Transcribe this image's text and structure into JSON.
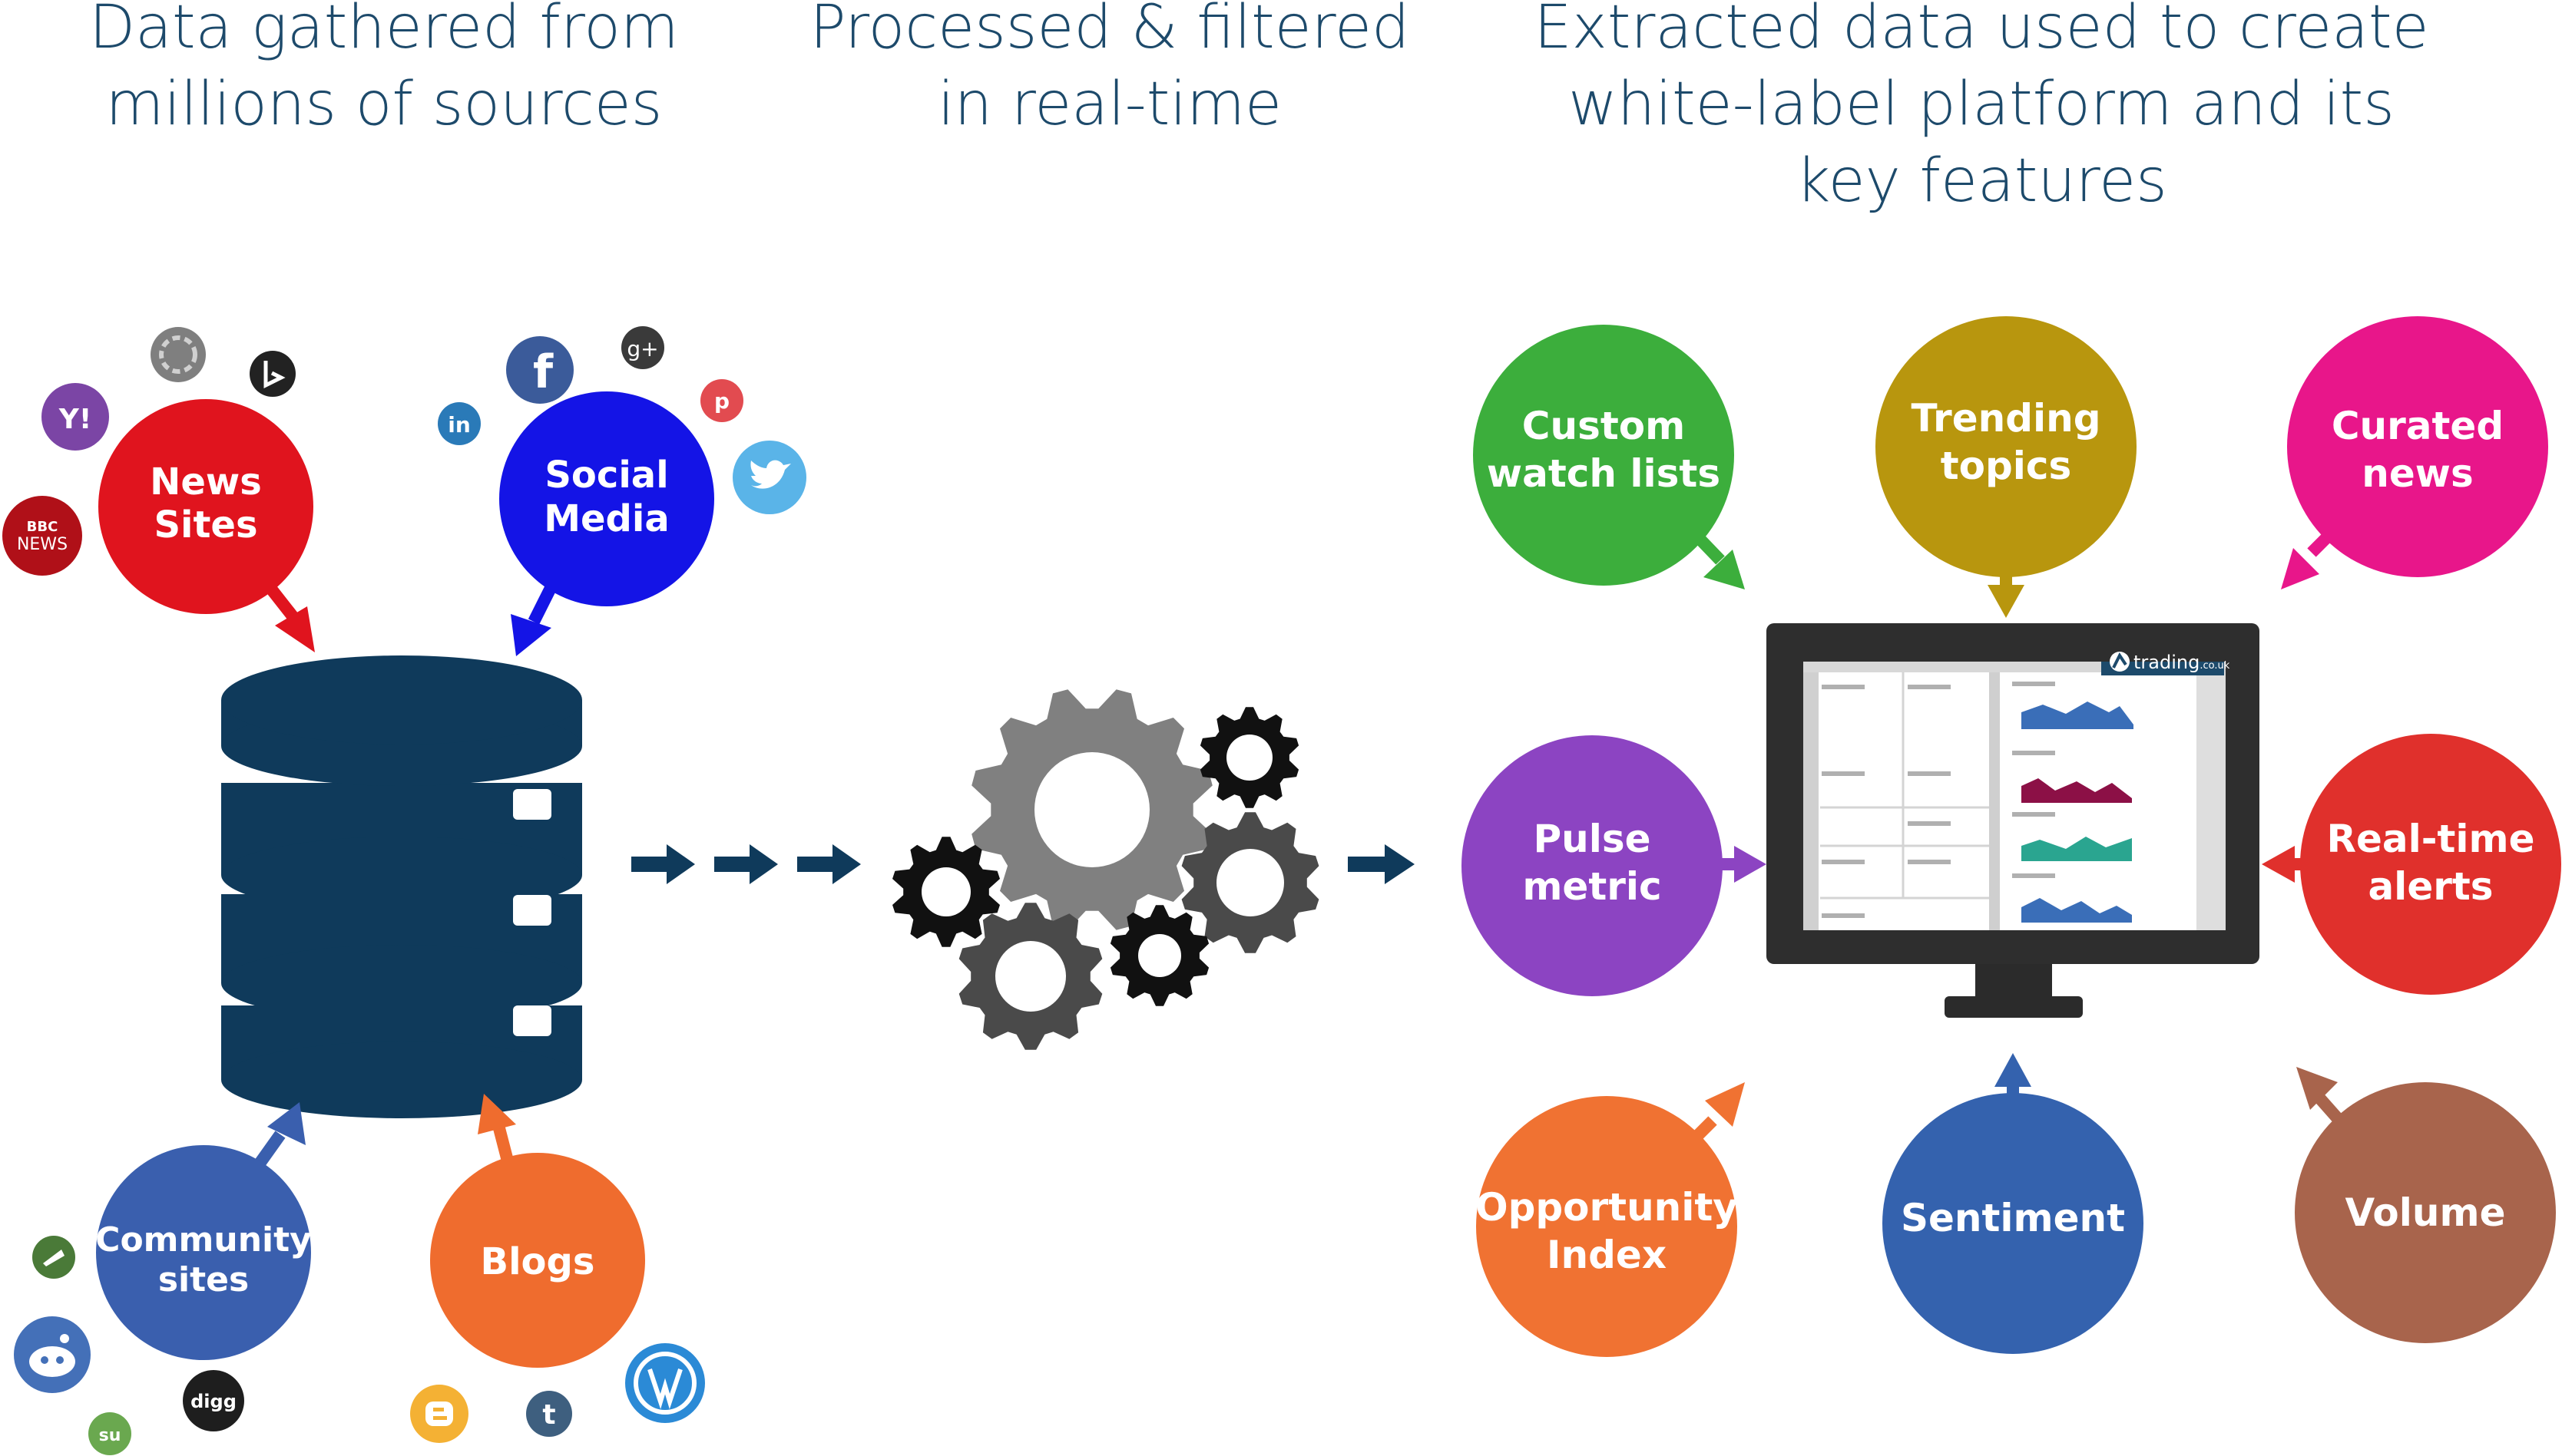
{
  "headings": {
    "col1": [
      "Data gathered from",
      "millions of sources"
    ],
    "col2": [
      "Processed & filtered",
      "in real-time"
    ],
    "col3": [
      "Extracted data used to create",
      "white-label platform and its",
      "key features"
    ]
  },
  "sources": {
    "news": [
      "News",
      "Sites"
    ],
    "social": [
      "Social",
      "Media"
    ],
    "community": [
      "Community",
      "sites"
    ],
    "blogs": [
      "Blogs"
    ]
  },
  "source_icons": {
    "bbc_line1": "BBC",
    "bbc_line2": "NEWS",
    "yahoo": "Y!",
    "facebook": "f",
    "google_plus": "g+",
    "linkedin": "in",
    "pinterest": "p",
    "digg": "digg",
    "tumblr": "t",
    "stumbleupon": "su"
  },
  "features": {
    "watchlists": [
      "Custom",
      "watch lists"
    ],
    "trending": [
      "Trending",
      "topics"
    ],
    "curated": [
      "Curated",
      "news"
    ],
    "pulse": [
      "Pulse",
      "metric"
    ],
    "alerts": [
      "Real-time",
      "alerts"
    ],
    "opportunity": [
      "Opportunity",
      "Index"
    ],
    "sentiment": [
      "Sentiment"
    ],
    "volume": [
      "Volume"
    ]
  },
  "monitor": {
    "brand": "trading",
    "brand_suffix": ".co.uk"
  },
  "colors": {
    "heading": "#1d4a6b",
    "database": "#0f3a5b",
    "news": "#e0141e",
    "social": "#1414e6",
    "community": "#3a5fae",
    "blogs": "#ef6c2e",
    "watchlists": "#3cae3c",
    "trending": "#b8960e",
    "curated": "#e8168a",
    "pulse": "#8c44c2",
    "alerts": "#e0302c",
    "opportunity": "#f07232",
    "sentiment": "#3462ae",
    "volume": "#a8644c",
    "gear_light": "#808080",
    "gear_dark": "#4a4a4a"
  }
}
